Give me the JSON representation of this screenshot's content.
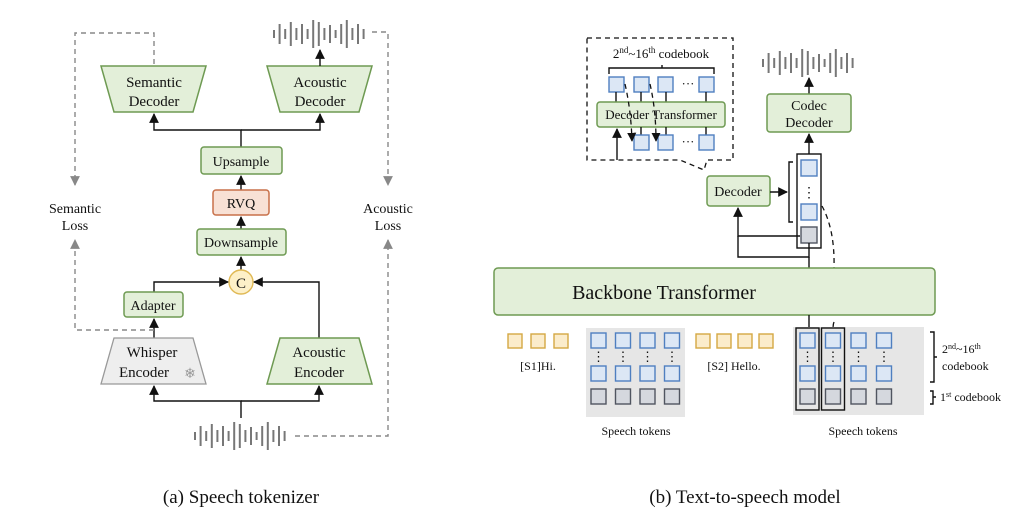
{
  "panel_a": {
    "caption": "(a) Speech tokenizer",
    "semantic_decoder": [
      "Semantic",
      "Decoder"
    ],
    "acoustic_decoder": [
      "Acoustic",
      "Decoder"
    ],
    "upsample": "Upsample",
    "rvq": "RVQ",
    "downsample": "Downsample",
    "concat": "C",
    "adapter": "Adapter",
    "whisper_encoder": [
      "Whisper",
      "Encoder"
    ],
    "frozen_icon": "❄",
    "acoustic_encoder": [
      "Acoustic",
      "Encoder"
    ],
    "semantic_loss": [
      "Semantic",
      "Loss"
    ],
    "acoustic_loss": [
      "Acoustic",
      "Loss"
    ]
  },
  "panel_b": {
    "caption": "(b) Text-to-speech model",
    "inset_title": "2nd~16th codebook",
    "inset_title_parts": {
      "a": "2",
      "a_sup": "nd",
      "mid": "~16",
      "b_sup": "th",
      "rest": " codebook"
    },
    "decoder_transformer": "Decoder Transformer",
    "ellipsis": "···",
    "codec_decoder": [
      "Codec",
      "Decoder"
    ],
    "decoder": "Decoder",
    "backbone": "Backbone Transformer",
    "text1": "[S1]Hi.",
    "text2": "[S2] Hello.",
    "speech_tokens_1": "Speech tokens",
    "speech_tokens_2": "Speech tokens",
    "legend_upper": {
      "a": "2",
      "a_sup": "nd",
      "mid": "~16",
      "b_sup": "th",
      "line2": "codebook"
    },
    "legend_lower": {
      "a": "1",
      "a_sup": "st",
      "rest": " codebook"
    },
    "vdots": "⋮"
  },
  "colors": {
    "module_fill": "#e3efd9",
    "module_stroke": "#6e9a52",
    "rvq_fill": "#f8e1d5",
    "token_blue": "#dce7f5",
    "token_gray": "#d5d8de",
    "text_token": "#fbeccb"
  }
}
